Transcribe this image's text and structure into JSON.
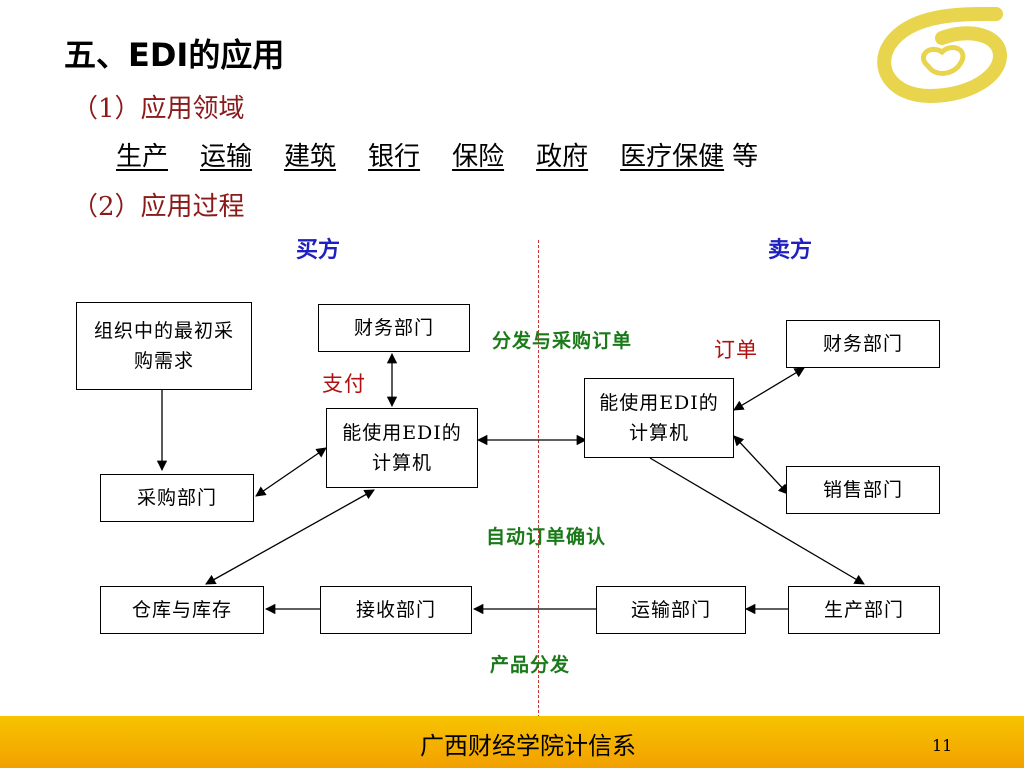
{
  "slide": {
    "title": "五、EDI的应用",
    "section1": "（1）应用领域",
    "section2": "（2）应用过程",
    "fields": [
      "生产",
      "运输",
      "建筑",
      "银行",
      "保险",
      "政府",
      "医疗保健"
    ],
    "fields_suffix": "等",
    "page_number": "11"
  },
  "diagram": {
    "buyer_label": "买方",
    "seller_label": "卖方",
    "nodes": {
      "initial_demand": "组织中的最初采购需求",
      "buyer_finance": "财务部门",
      "buyer_edi": "能使用EDI的计算机",
      "purchasing": "采购部门",
      "warehouse": "仓库与库存",
      "receiving": "接收部门",
      "seller_edi": "能使用EDI的计算机",
      "seller_finance": "财务部门",
      "sales": "销售部门",
      "transport": "运输部门",
      "production": "生产部门"
    },
    "labels": {
      "distribute_order": "分发与采购订单",
      "order": "订单",
      "payment": "支付",
      "auto_confirm": "自动订单确认",
      "product_distribution": "产品分发"
    }
  },
  "footer": {
    "text": "广西财经学院计信系"
  },
  "colors": {
    "footer_bar": "#f5b400",
    "title_red": "#8b1a1a",
    "party_blue": "#2020c0",
    "label_green": "#1a7a1a",
    "divider_red": "#cc3333",
    "logo_yellow": "#e8d44d"
  }
}
